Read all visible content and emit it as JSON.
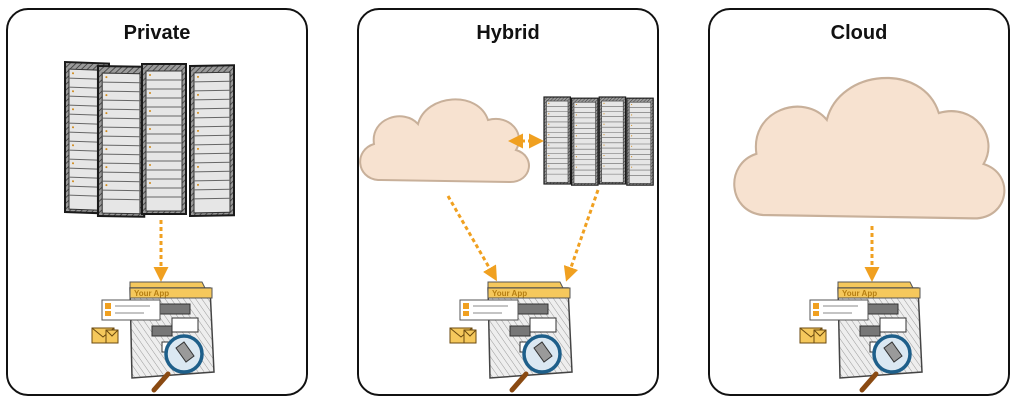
{
  "panels": {
    "private": {
      "title": "Private"
    },
    "hybrid": {
      "title": "Hybrid"
    },
    "cloud": {
      "title": "Cloud"
    }
  },
  "app": {
    "label": "Your App"
  },
  "colors": {
    "arrow": "#f0a020",
    "cloud_fill": "#f7e2d0",
    "cloud_stroke": "#c8b09a",
    "server_dark": "#3a3a3a",
    "folder": "#f5c85c"
  }
}
